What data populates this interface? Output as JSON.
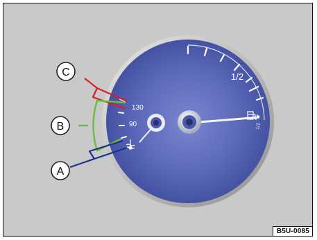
{
  "gauge": {
    "temp_tick_high": "130",
    "temp_tick_mid": "90",
    "fuel_half_label": "1/2",
    "fuel_full_label": "1/1"
  },
  "callouts": {
    "a": "A",
    "b": "B",
    "c": "C"
  },
  "colors": {
    "background": "#c9c9c9",
    "dial": "#5966b8",
    "callout_a": "#1c2f8c",
    "callout_b": "#6cbb3c",
    "callout_c": "#d42121"
  },
  "icons": {
    "fuel_pump": "fuel-pump-icon",
    "coolant": "coolant-temperature-icon"
  },
  "figure_code": "B5U-0085"
}
